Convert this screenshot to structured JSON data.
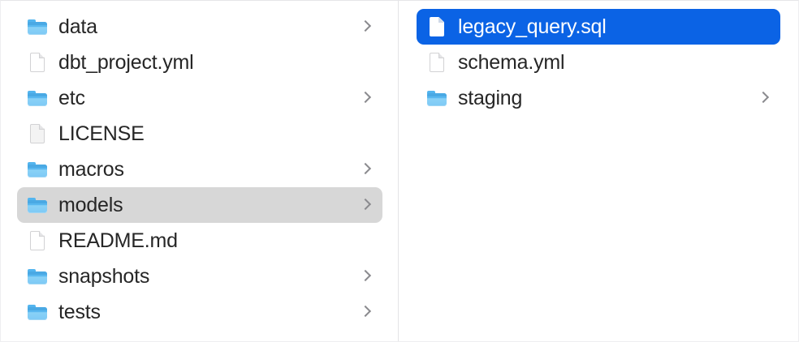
{
  "window": {
    "title": "File Browser Columns",
    "background_color": "#ffffff",
    "divider_color": "#e3e3e6"
  },
  "selection": {
    "inactive_color": "#d7d7d7",
    "active_color": "#0b63e5",
    "active_text_color": "#ffffff"
  },
  "columns": [
    {
      "name": "first-column",
      "items": [
        {
          "label": "data",
          "icon": "folder-icon",
          "kind": "folder",
          "disclosure": true,
          "state": "normal"
        },
        {
          "label": "dbt_project.yml",
          "icon": "document-icon",
          "kind": "file",
          "disclosure": false,
          "state": "normal"
        },
        {
          "label": "etc",
          "icon": "folder-icon",
          "kind": "folder",
          "disclosure": true,
          "state": "normal"
        },
        {
          "label": "LICENSE",
          "icon": "document-icon",
          "kind": "file",
          "disclosure": false,
          "state": "shaded"
        },
        {
          "label": "macros",
          "icon": "folder-icon",
          "kind": "folder",
          "disclosure": true,
          "state": "normal"
        },
        {
          "label": "models",
          "icon": "folder-icon",
          "kind": "folder",
          "disclosure": true,
          "state": "selected-inactive"
        },
        {
          "label": "README.md",
          "icon": "document-icon",
          "kind": "file",
          "disclosure": false,
          "state": "normal"
        },
        {
          "label": "snapshots",
          "icon": "folder-icon",
          "kind": "folder",
          "disclosure": true,
          "state": "normal"
        },
        {
          "label": "tests",
          "icon": "folder-icon",
          "kind": "folder",
          "disclosure": true,
          "state": "normal"
        }
      ]
    },
    {
      "name": "second-column",
      "items": [
        {
          "label": "legacy_query.sql",
          "icon": "document-icon",
          "kind": "file",
          "disclosure": false,
          "state": "selected-active"
        },
        {
          "label": "schema.yml",
          "icon": "document-icon",
          "kind": "file",
          "disclosure": false,
          "state": "normal"
        },
        {
          "label": "staging",
          "icon": "folder-icon",
          "kind": "folder",
          "disclosure": true,
          "state": "normal"
        }
      ]
    }
  ]
}
